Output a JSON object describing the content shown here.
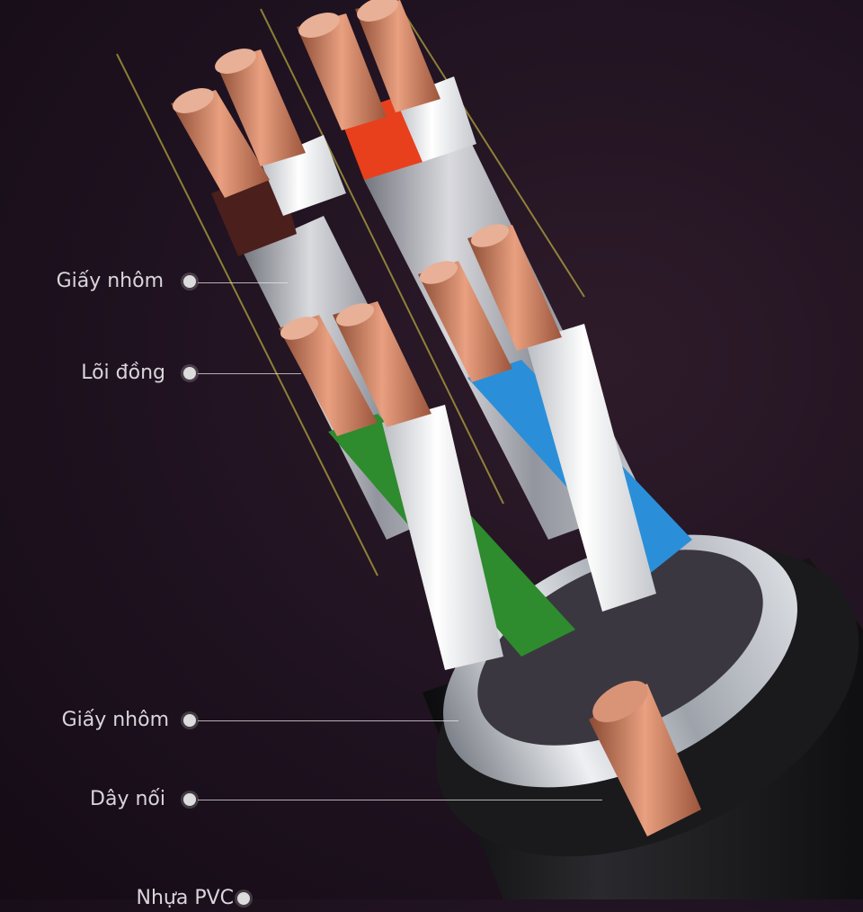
{
  "callouts": [
    {
      "id": "foil-top",
      "label": "Giấy nhôm"
    },
    {
      "id": "copper-core",
      "label": "Lõi đồng"
    },
    {
      "id": "foil-bottom",
      "label": "Giấy nhôm"
    },
    {
      "id": "drain-wire",
      "label": "Dây nối"
    },
    {
      "id": "pvc-jacket",
      "label": "Nhựa PVC"
    }
  ],
  "colors": {
    "background": "#1f1220",
    "copper": "#c9795a",
    "foil": "#c8ccd2",
    "jacket": "#17171a",
    "pair_colors": [
      "#5a2a22",
      "#e8401c",
      "#2e8b2e",
      "#2a8fd8",
      "#f2f2f2"
    ]
  }
}
